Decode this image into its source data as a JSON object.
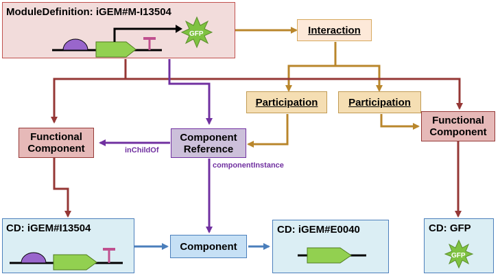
{
  "module_definition": {
    "prefix": "ModuleDefinition:",
    "id": "iGEM#M-I13504"
  },
  "interaction": {
    "label": "Interaction"
  },
  "participations": [
    {
      "label": "Participation"
    },
    {
      "label": "Participation"
    }
  ],
  "functional_components": [
    {
      "line1": "Functional",
      "line2": "Component"
    },
    {
      "line1": "Functional",
      "line2": "Component"
    }
  ],
  "component_reference": {
    "line1": "Component",
    "line2": "Reference"
  },
  "edge_labels": {
    "in_child_of": "inChildOf",
    "component_instance": "componentInstance"
  },
  "component": {
    "label": "Component"
  },
  "cds": [
    {
      "prefix": "CD:",
      "id": "iGEM#I13504"
    },
    {
      "prefix": "CD:",
      "id": "iGEM#E0040"
    },
    {
      "prefix": "CD:",
      "id": "GFP"
    }
  ],
  "glyphs": {
    "gfp_text": "GFP"
  },
  "colors": {
    "dark_red": "#953735",
    "purple": "#7030a0",
    "gold": "#b9862b",
    "blue": "#4a7ebb",
    "green_cds": "#92d050",
    "purple_promoter": "#9966cc",
    "magenta_terminator": "#c0508f",
    "gfp_green": "#7fc241"
  }
}
